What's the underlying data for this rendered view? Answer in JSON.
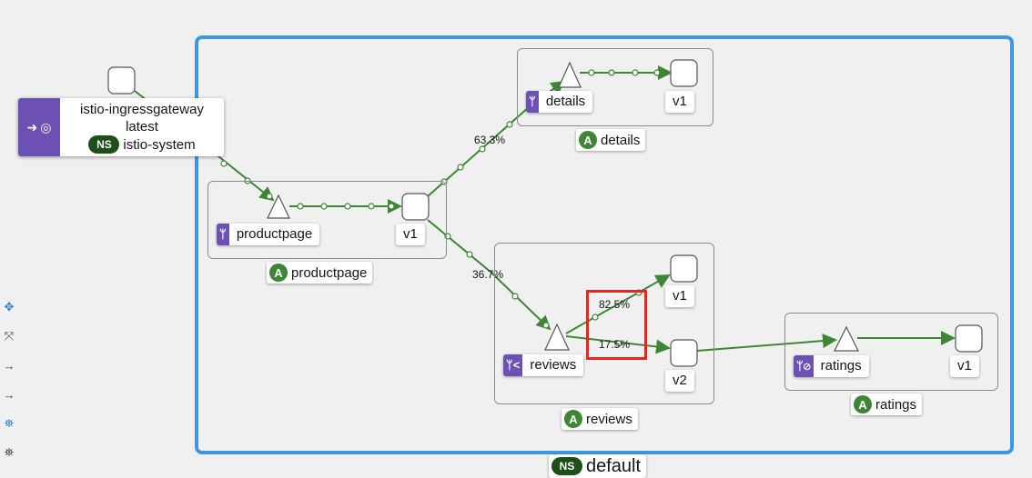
{
  "ingress": {
    "name": "istio-ingressgateway",
    "version": "latest",
    "ns_badge": "NS",
    "namespace": "istio-system",
    "icon": "arrow-circle-right-icon",
    "icon2": "globe-icon"
  },
  "namespace_box": {
    "badge": "NS",
    "name": "default",
    "border_color": "#3b97e6"
  },
  "apps": {
    "productpage": {
      "service": "productpage",
      "version": "v1",
      "app_badge": "A",
      "app": "productpage"
    },
    "details": {
      "service": "details",
      "version": "v1",
      "app_badge": "A",
      "app": "details"
    },
    "reviews": {
      "service": "reviews",
      "versions": [
        "v1",
        "v2"
      ],
      "app_badge": "A",
      "app": "reviews"
    },
    "ratings": {
      "service": "ratings",
      "version": "v1",
      "app_badge": "A",
      "app": "ratings"
    }
  },
  "edges": {
    "to_details": "63.3%",
    "to_reviews": "36.7%",
    "reviews_v1": "82.5%",
    "reviews_v2": "17.5%"
  },
  "colors": {
    "edge": "#3e8635",
    "service_icon": "#6c50b4",
    "app_badge": "#3e8635",
    "highlight": "#e8261d"
  },
  "toolbar": [
    "move-icon",
    "fit-icon",
    "arrow-icon",
    "arrow-icon",
    "layout-icon",
    "layout-alt-icon",
    "layout-more-icon"
  ]
}
